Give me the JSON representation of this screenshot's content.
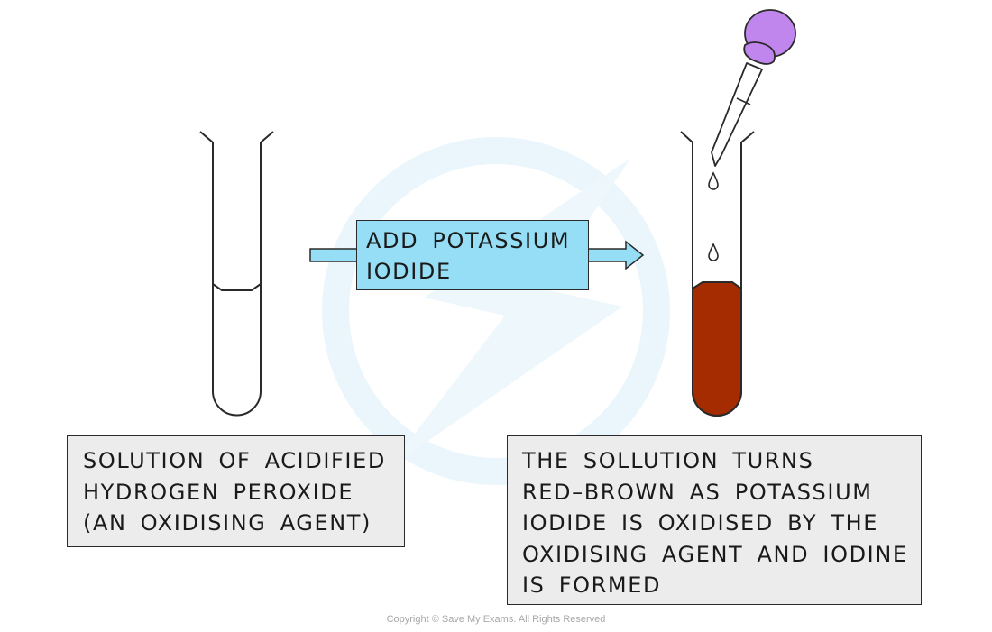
{
  "colors": {
    "liquid_before": "#ffffff",
    "liquid_after": "#a52c00",
    "arrow_fill": "#95def5",
    "label_box_fill": "#ececec",
    "dropper_bulb": "#c186ee",
    "outline": "#2a2a2a",
    "watermark": "#eaf6fb"
  },
  "icons": {
    "left_apparatus": "test-tube-icon",
    "right_apparatus": "test-tube-icon",
    "dropper": "dropper-icon",
    "process_arrow": "arrow-right-icon",
    "watermark": "save-my-exams-logo"
  },
  "arrow_label": {
    "line1": "ADD POTASSIUM",
    "line2": "IODIDE"
  },
  "left_label": {
    "line1": "SOLUTION OF ACIDIFIED",
    "line2": "HYDROGEN PEROXIDE",
    "line3": "(AN OXIDISING AGENT)"
  },
  "right_label": {
    "line1": "THE SOLLUTION TURNS",
    "line2": "RED–BROWN AS POTASSIUM",
    "line3": "IODIDE IS OXIDISED BY THE",
    "line4": "OXIDISING AGENT AND IODINE",
    "line5": "IS FORMED"
  },
  "copyright": "Copyright © Save My Exams. All Rights Reserved"
}
